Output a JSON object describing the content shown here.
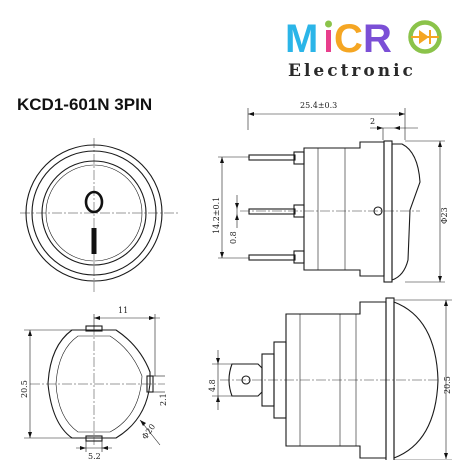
{
  "logo": {
    "letters": [
      "M",
      "C",
      "R",
      "O"
    ],
    "colors": [
      "#2bb5e8",
      "#e83e8c",
      "#8bc34a",
      "#f5a623",
      "#7b4fd6"
    ],
    "subtitle": "Electronic"
  },
  "title": "KCD1-601N 3PIN",
  "dims": {
    "overall_length": "25.4±0.3",
    "flange": "2",
    "diameter_side": "Φ23",
    "pin_span": "14.2±0.1",
    "pin_thickness": "0.8",
    "width_11": "11",
    "height_left": "20.5",
    "clip": "2.1",
    "diameter_bottom": "Φ20",
    "width_5_2": "5.2",
    "terminal": "4.8",
    "height_right": "20.5"
  }
}
